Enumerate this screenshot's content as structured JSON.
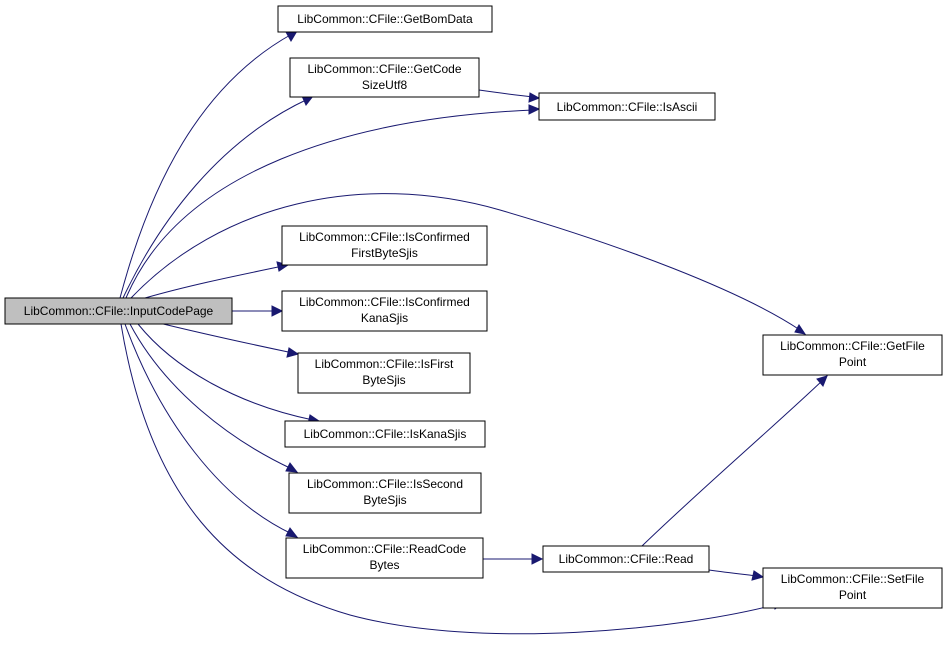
{
  "diagram": {
    "type": "call-graph",
    "colors": {
      "edge": "#191970",
      "root_fill": "#bfbfbf",
      "node_fill": "#ffffff",
      "node_border": "#000000"
    },
    "nodes": [
      {
        "id": "input",
        "lines": [
          "LibCommon::CFile::InputCodePage"
        ]
      },
      {
        "id": "bom",
        "lines": [
          "LibCommon::CFile::GetBomData"
        ]
      },
      {
        "id": "codesize",
        "lines": [
          "LibCommon::CFile::GetCode",
          "SizeUtf8"
        ]
      },
      {
        "id": "isascii",
        "lines": [
          "LibCommon::CFile::IsAscii"
        ]
      },
      {
        "id": "confirmedfirst",
        "lines": [
          "LibCommon::CFile::IsConfirmed",
          "FirstByteSjis"
        ]
      },
      {
        "id": "confirmedkana",
        "lines": [
          "LibCommon::CFile::IsConfirmed",
          "KanaSjis"
        ]
      },
      {
        "id": "isfirst",
        "lines": [
          "LibCommon::CFile::IsFirst",
          "ByteSjis"
        ]
      },
      {
        "id": "iskana",
        "lines": [
          "LibCommon::CFile::IsKanaSjis"
        ]
      },
      {
        "id": "issecond",
        "lines": [
          "LibCommon::CFile::IsSecond",
          "ByteSjis"
        ]
      },
      {
        "id": "readcode",
        "lines": [
          "LibCommon::CFile::ReadCode",
          "Bytes"
        ]
      },
      {
        "id": "read",
        "lines": [
          "LibCommon::CFile::Read"
        ]
      },
      {
        "id": "getfilepoint",
        "lines": [
          "LibCommon::CFile::GetFile",
          "Point"
        ]
      },
      {
        "id": "setfilepoint",
        "lines": [
          "LibCommon::CFile::SetFile",
          "Point"
        ]
      }
    ],
    "edges": [
      {
        "from": "input",
        "to": "bom"
      },
      {
        "from": "input",
        "to": "codesize"
      },
      {
        "from": "input",
        "to": "isascii"
      },
      {
        "from": "input",
        "to": "getfilepoint"
      },
      {
        "from": "input",
        "to": "confirmedfirst"
      },
      {
        "from": "input",
        "to": "confirmedkana"
      },
      {
        "from": "input",
        "to": "isfirst"
      },
      {
        "from": "input",
        "to": "iskana"
      },
      {
        "from": "input",
        "to": "issecond"
      },
      {
        "from": "input",
        "to": "readcode"
      },
      {
        "from": "input",
        "to": "setfilepoint"
      },
      {
        "from": "codesize",
        "to": "isascii"
      },
      {
        "from": "readcode",
        "to": "read"
      },
      {
        "from": "read",
        "to": "getfilepoint"
      },
      {
        "from": "read",
        "to": "setfilepoint"
      }
    ]
  }
}
